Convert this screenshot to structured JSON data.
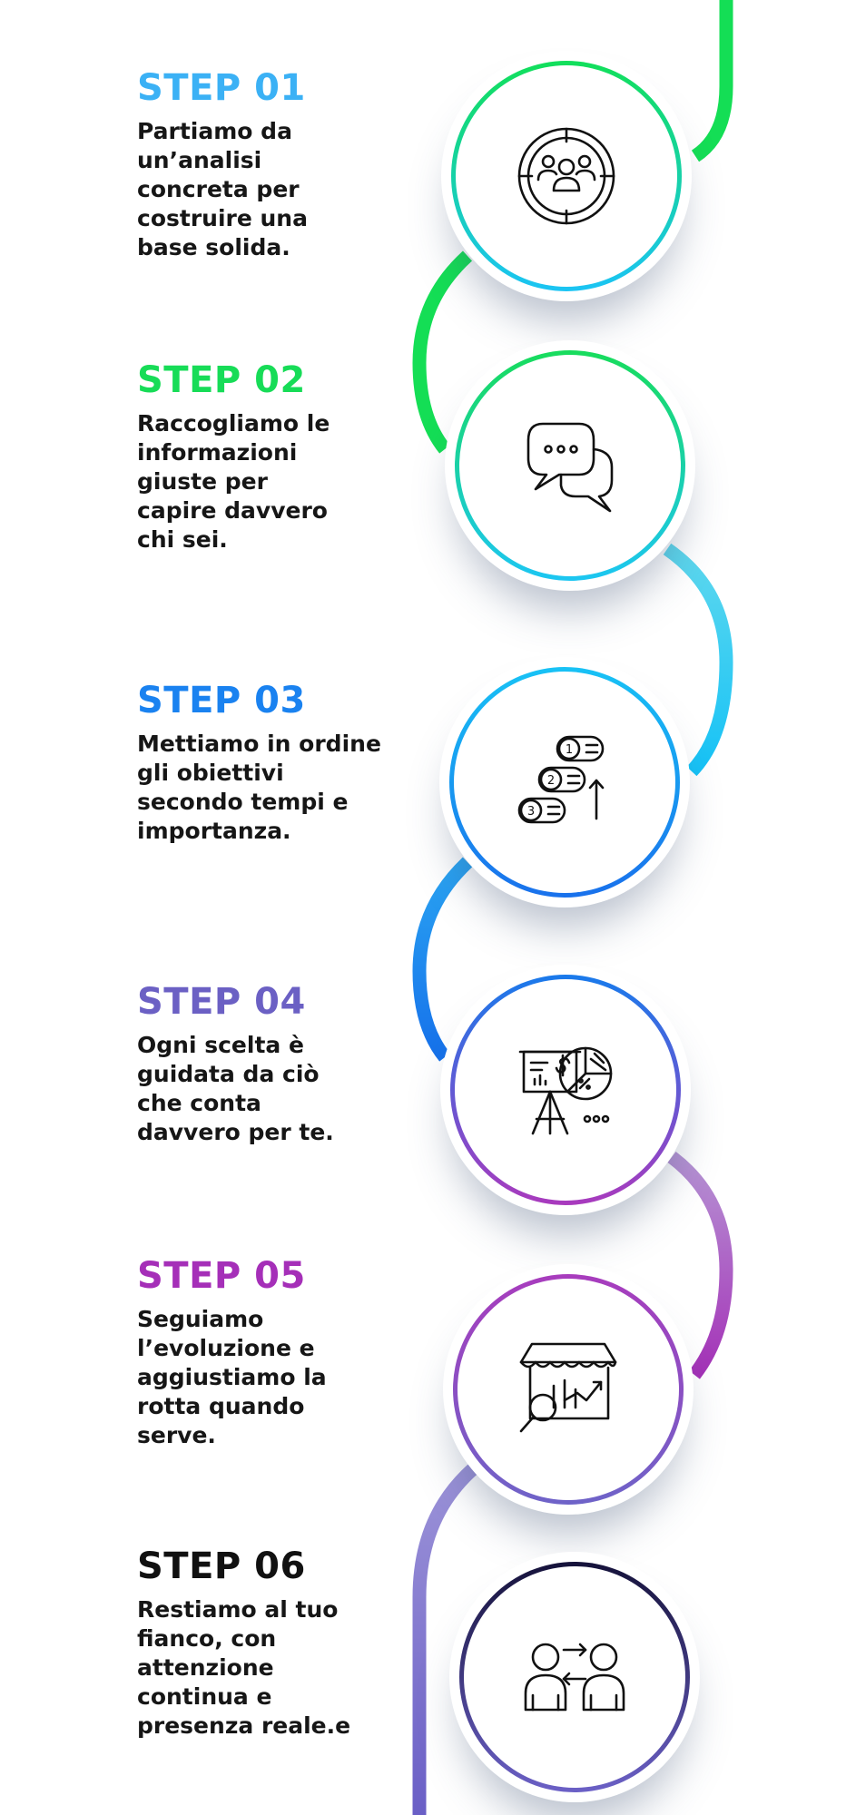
{
  "steps": [
    {
      "title": "STEP 01",
      "color": "#3bb1f5",
      "text": "Partiamo da\nun’analisi\nconcreta per\ncostruire una\nbase solida.",
      "icon": "target-team-icon",
      "ring": [
        "#12df5a",
        "#1bc4f4"
      ]
    },
    {
      "title": "STEP 02",
      "color": "#17dc57",
      "text": "Raccogliamo le\ninformazioni\ngiuste per\ncapire davvero\nchi sei.",
      "icon": "chat-bubbles-icon",
      "ring": [
        "#18dc5c",
        "#1cc6f2"
      ]
    },
    {
      "title": "STEP 03",
      "color": "#1a82f0",
      "text": "Mettiamo in ordine\ngli obiettivi\nsecondo tempi e\nimportanza.",
      "icon": "priority-list-icon",
      "ring": [
        "#18c2f5",
        "#1971ec"
      ]
    },
    {
      "title": "STEP 04",
      "color": "#6b60c4",
      "text": "Ogni scelta è\nguidata da ciò\nche conta\ndavvero per te.",
      "icon": "presentation-chart-icon",
      "ring": [
        "#197aeb",
        "#a93abd"
      ]
    },
    {
      "title": "STEP 05",
      "color": "#a52fb8",
      "text": "Seguiamo\nl’evoluzione e\naggiustiamo la\nrotta quando\nserve.",
      "icon": "market-analysis-icon",
      "ring": [
        "#a83cbd",
        "#6e63c8"
      ]
    },
    {
      "title": "STEP 06",
      "color": "#111111",
      "text": "Restiamo al tuo\nfianco, con\nattenzione\ncontinua e\npresenza reale.e",
      "icon": "people-exchange-icon",
      "ring": [
        "#15123a",
        "#6b60c6"
      ]
    }
  ],
  "snake_colors": [
    "#14de55",
    "#14de55",
    "#52d3ec",
    "#1888ee",
    "#a84ec0",
    "#6a5fc6"
  ]
}
